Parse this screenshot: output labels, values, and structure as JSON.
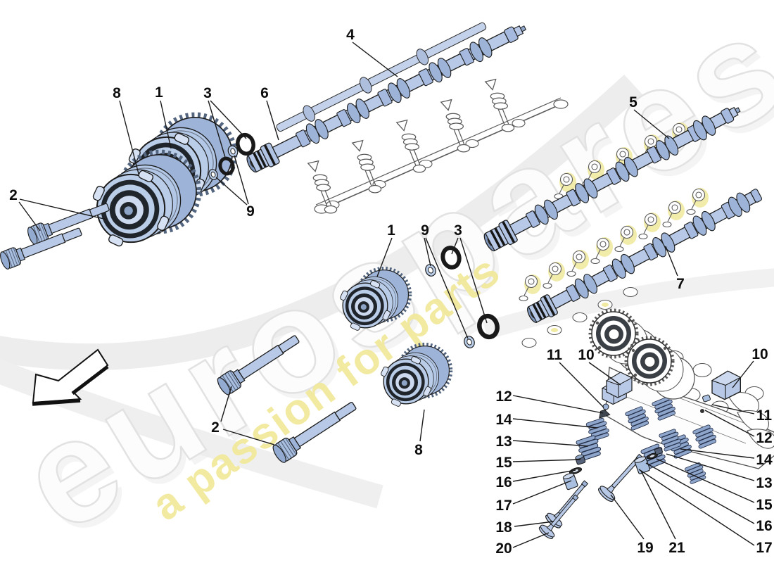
{
  "watermark": {
    "brand": "eurospares",
    "tagline": "a passion for parts",
    "brand_color": "#fcfcfd",
    "brand_edge_color": "#e2e2e2",
    "tagline_color": "#f1e99b",
    "swoosh_color": "#ededed"
  },
  "colors": {
    "part_fill": "#b7c9e6",
    "part_mid": "#9db4d8",
    "part_dark": "#8ea4c6",
    "outline": "#1c1c1c",
    "ring_black": "#1d1d1d",
    "ghost_line": "#5a5a5a",
    "ghost_highlight": "#f1eaa2"
  },
  "callouts": [
    "8",
    "1",
    "3",
    "2",
    "9",
    "6",
    "4",
    "5",
    "1",
    "9",
    "3",
    "7",
    "2",
    "8",
    "11",
    "10",
    "10",
    "11",
    "12",
    "14",
    "13",
    "15",
    "16",
    "17",
    "12",
    "14",
    "13",
    "15",
    "16",
    "17",
    "18",
    "20",
    "19",
    "21"
  ]
}
